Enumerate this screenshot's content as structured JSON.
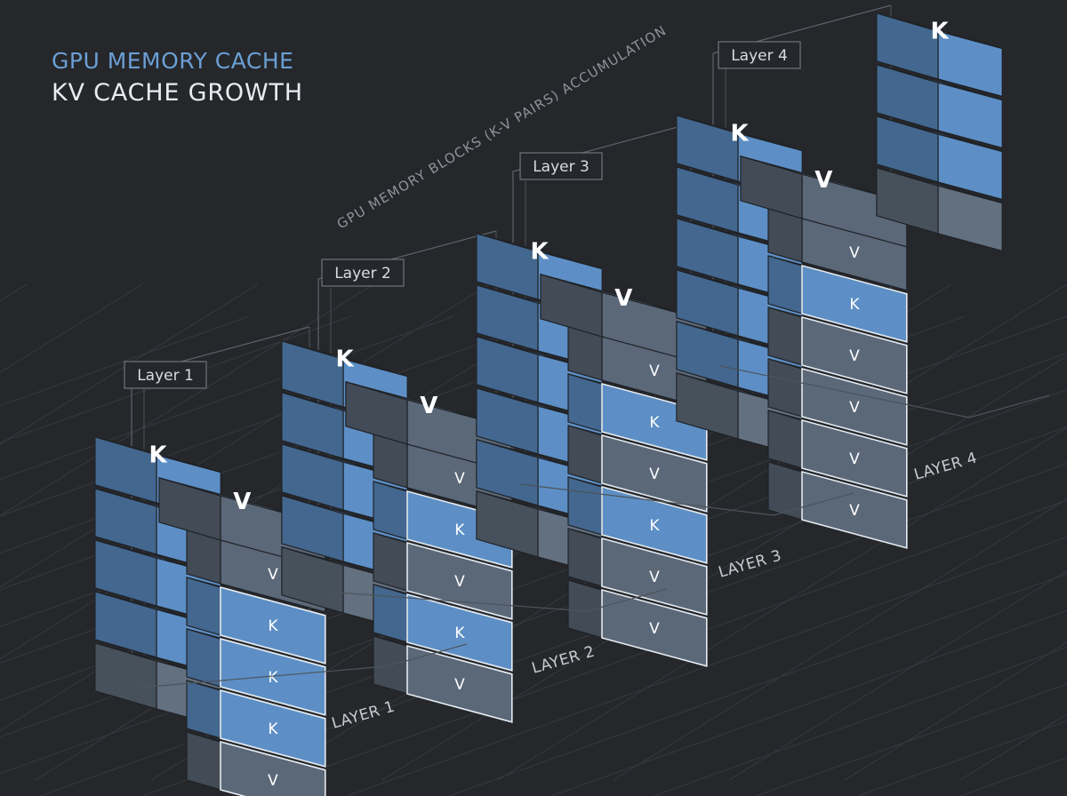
{
  "title": {
    "line1": "GPU MEMORY CACHE",
    "line2": "KV CACHE GROWTH"
  },
  "annotation": "GPU MEMORY BLOCKS (K-V PAIRS) ACCUMULATION",
  "colors": {
    "background": "#25272b",
    "key_block": "#5d8fc6",
    "value_block": "#5b6878",
    "accent_title": "#6b9fd4",
    "outline": "#e6ecf2"
  },
  "layers": [
    {
      "tag": "Layer 1",
      "floor_label": "LAYER 1",
      "top_blocks": [
        "K",
        "V"
      ],
      "front_slots": [
        "V",
        "K",
        "K",
        "K",
        "V"
      ]
    },
    {
      "tag": "Layer 2",
      "floor_label": "LAYER 2",
      "top_blocks": [
        "K",
        "V"
      ],
      "front_slots": [
        "V",
        "K",
        "V",
        "K",
        "V"
      ]
    },
    {
      "tag": "Layer 3",
      "floor_label": "LAYER 3",
      "top_blocks": [
        "K",
        "V"
      ],
      "front_slots": [
        "V",
        "K",
        "V",
        "K",
        "V",
        "V"
      ]
    },
    {
      "tag": "Layer 4",
      "floor_label": "LAYER 4",
      "top_blocks": [
        "K",
        "V"
      ],
      "front_slots": [
        "V",
        "K",
        "V",
        "V",
        "V",
        "V"
      ]
    },
    {
      "tag": "",
      "floor_label": "",
      "top_blocks": [
        "K"
      ],
      "front_slots": []
    }
  ]
}
